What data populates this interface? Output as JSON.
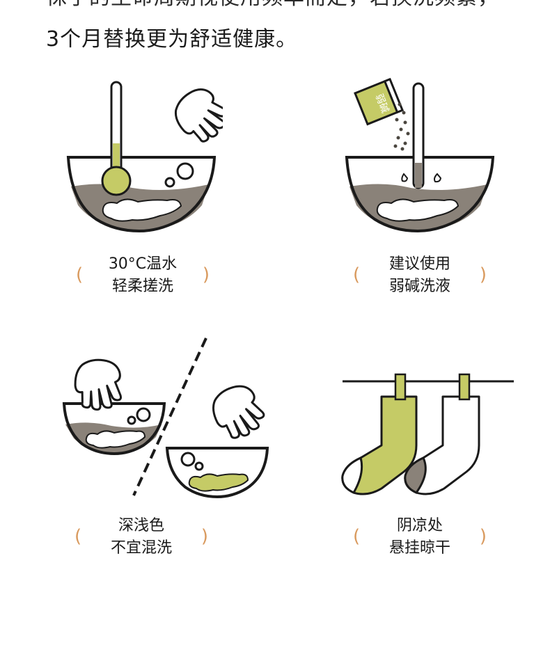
{
  "intro": {
    "line_cut": "袜子的生命周期视使用频率而定，若换洗频繁，",
    "line_full": "3个月替换更为舒适健康。"
  },
  "steps": [
    {
      "line1": "30°C温水",
      "line2": "轻柔搓洗"
    },
    {
      "line1": "建议使用",
      "line2": "弱碱洗液"
    },
    {
      "line1": "深浅色",
      "line2": "不宜混洗"
    },
    {
      "line1": "阴凉处",
      "line2": "悬挂晾干"
    }
  ],
  "detergent_label": "弱碱",
  "paren_open": "(",
  "paren_close": ")",
  "colors": {
    "accent_green": "#c5cb66",
    "water_gray": "#8a8279",
    "outline": "#1a1a1a",
    "paren_orange": "#d99a5e",
    "sock_heel_gray": "#8a8279"
  }
}
